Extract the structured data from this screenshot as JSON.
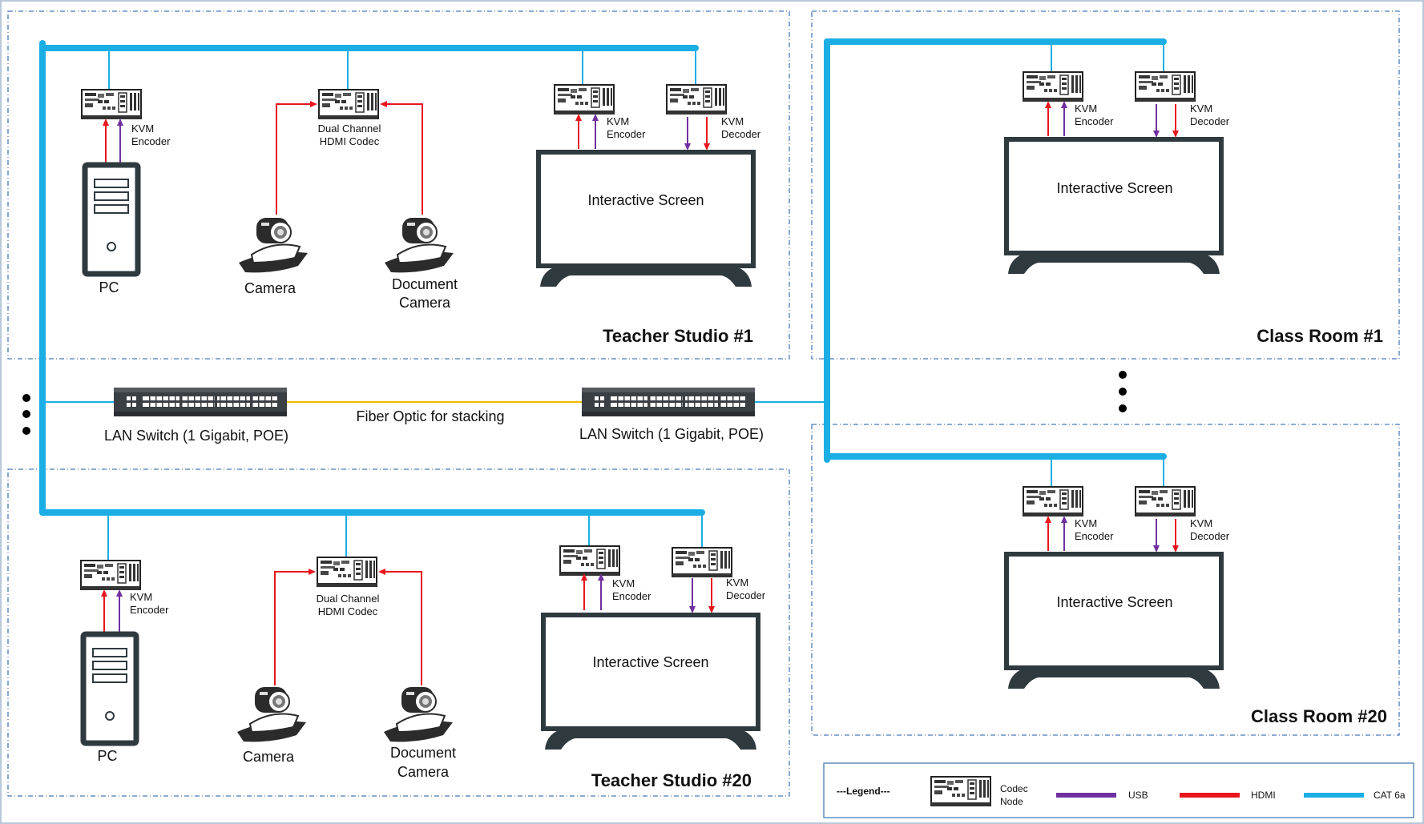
{
  "colors": {
    "usb": "#7030a0",
    "hdmi": "#e8161d",
    "cat6a": "#1aaee4",
    "fiber": "#f2b900",
    "device_dark": "#2f3a3f",
    "zone_border": "#4a7bb7"
  },
  "zones": {
    "teacher_studio_1": "Teacher Studio #1",
    "teacher_studio_20": "Teacher Studio #20",
    "class_room_1": "Class Room #1",
    "class_room_20": "Class Room #20"
  },
  "devices": {
    "kvm_encoder": [
      "KVM",
      "Encoder"
    ],
    "kvm_decoder": [
      "KVM",
      "Decoder"
    ],
    "dual_codec": [
      "Dual Channel",
      "HDMI  Codec"
    ],
    "pc": "PC",
    "camera": "Camera",
    "document_camera": [
      "Document",
      "Camera"
    ],
    "interactive_screen": "Interactive Screen"
  },
  "network": {
    "switch_left_label": "LAN Switch (1 Gigabit, POE)",
    "switch_right_label": "LAN Switch (1 Gigabit, POE)",
    "fiber_label": "Fiber Optic for stacking"
  },
  "legend": {
    "title": "---Legend---",
    "codec_node": [
      "Codec",
      "Node"
    ],
    "usb": "USB",
    "hdmi": "HDMI",
    "cat6a": "CAT 6a"
  }
}
